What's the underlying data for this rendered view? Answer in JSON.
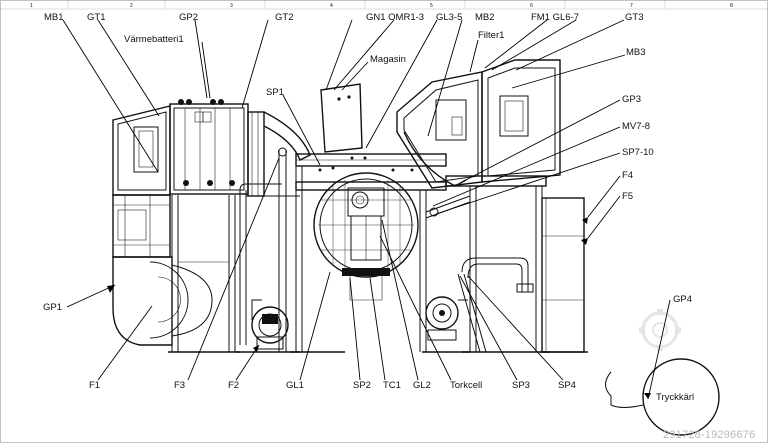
{
  "ruler": {
    "numbers": [
      "1",
      "2",
      "3",
      "4",
      "5",
      "6",
      "7",
      "8"
    ]
  },
  "labels": {
    "mb1": "MB1",
    "gt1": "GT1",
    "gp2": "GP2",
    "varmebatteri1": "Värmebatteri1",
    "gt2": "GT2",
    "gn1_omr": "GN1 OMR1-3",
    "gl3_5": "GL3-5",
    "mb2": "MB2",
    "fm1_gl6_7": "FM1 GL6-7",
    "gt3": "GT3",
    "filter1": "Filter1",
    "magasin": "Magasin",
    "mb3": "MB3",
    "sp1": "SP1",
    "gp3": "GP3",
    "mv7_8": "MV7-8",
    "sp7_10": "SP7-10",
    "f4": "F4",
    "f5": "F5",
    "gp1": "GP1",
    "gp4": "GP4",
    "tryckkarl": "Tryckkärl",
    "f1": "F1",
    "f3": "F3",
    "f2": "F2",
    "gl1": "GL1",
    "sp2": "SP2",
    "tc1": "TC1",
    "gl2": "GL2",
    "torkcell": "Torkcell",
    "sp3": "SP3",
    "sp4": "SP4"
  },
  "watermark": "291728-19296676",
  "icons": {
    "watermark_logo": "gear-logo-icon"
  }
}
